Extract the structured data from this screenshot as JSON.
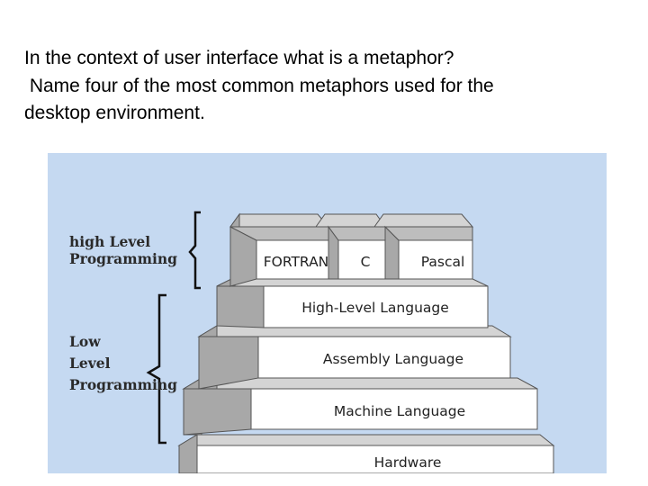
{
  "question": {
    "line1": "In the context of user interface what is a metaphor?",
    "line2": " Name four of the most common metaphors used for the",
    "line3": "desktop environment."
  },
  "diagram": {
    "bracket_high": {
      "line1": "high Level",
      "line2": "Programming"
    },
    "bracket_low": {
      "line1": "Low",
      "line2": "Level",
      "line3": "Programming"
    },
    "top_boxes": [
      "FORTRAN",
      "C",
      "Pascal"
    ],
    "layers": [
      "High-Level Language",
      "Assembly Language",
      "Machine Language",
      "Hardware"
    ],
    "colors": {
      "background": "#c5d9f1",
      "front_face": "#ffffff",
      "top_face": "#d4d4d4",
      "side_face": "#a8a8a8",
      "edge": "#555555"
    }
  }
}
